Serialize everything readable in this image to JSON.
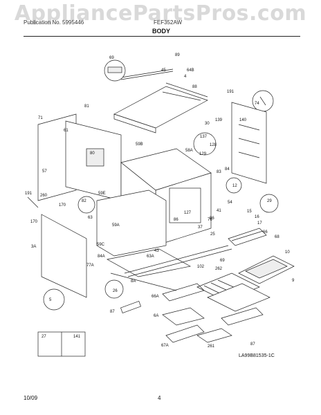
{
  "header": {
    "watermark": "AppliancePartsPros.com",
    "publication": "Publication No. 5995446",
    "model": "FEF352AW",
    "section": "BODY"
  },
  "footer": {
    "diagram_code": "LA99B81535-1C",
    "date": "10/09",
    "page": "4"
  },
  "parts": {
    "p89": "89",
    "p69": "69",
    "p45": "45",
    "p64b": "64B",
    "p4": "4",
    "p88": "88",
    "p191a": "191",
    "p74": "74",
    "p81": "81",
    "p71": "71",
    "p61": "61",
    "p30": "30",
    "p139": "139",
    "p140": "140",
    "p80": "80",
    "p137": "137",
    "p128": "128",
    "p59b": "59B",
    "p58a": "58A",
    "p129": "129",
    "p57": "57",
    "p83": "83",
    "p84": "84",
    "p12": "12",
    "p191b": "191",
    "p260": "260",
    "p59e": "59E",
    "p82": "82",
    "p170a": "170",
    "p63": "63",
    "p127": "127",
    "p54": "54",
    "p29": "29",
    "p41": "41",
    "p15": "15",
    "p170b": "170",
    "p86a": "86",
    "p16": "16",
    "p17": "17",
    "p59a": "59A",
    "p37": "37",
    "p76": "76",
    "p86b": "86",
    "p25": "25",
    "p66": "66",
    "p68": "68",
    "p3a": "3A",
    "p59c": "59C",
    "p84a": "84A",
    "p43": "43",
    "p63a": "63A",
    "p10": "10",
    "p69b": "69",
    "p77a": "77A",
    "p102": "102",
    "p262": "262",
    "p26": "26",
    "p8a": "8A",
    "p9": "9",
    "p5": "5",
    "p66a": "66A",
    "p87a": "87",
    "p6a": "6A",
    "p27": "27",
    "p141": "141",
    "p67a": "67A",
    "p261": "261",
    "p87b": "87"
  }
}
